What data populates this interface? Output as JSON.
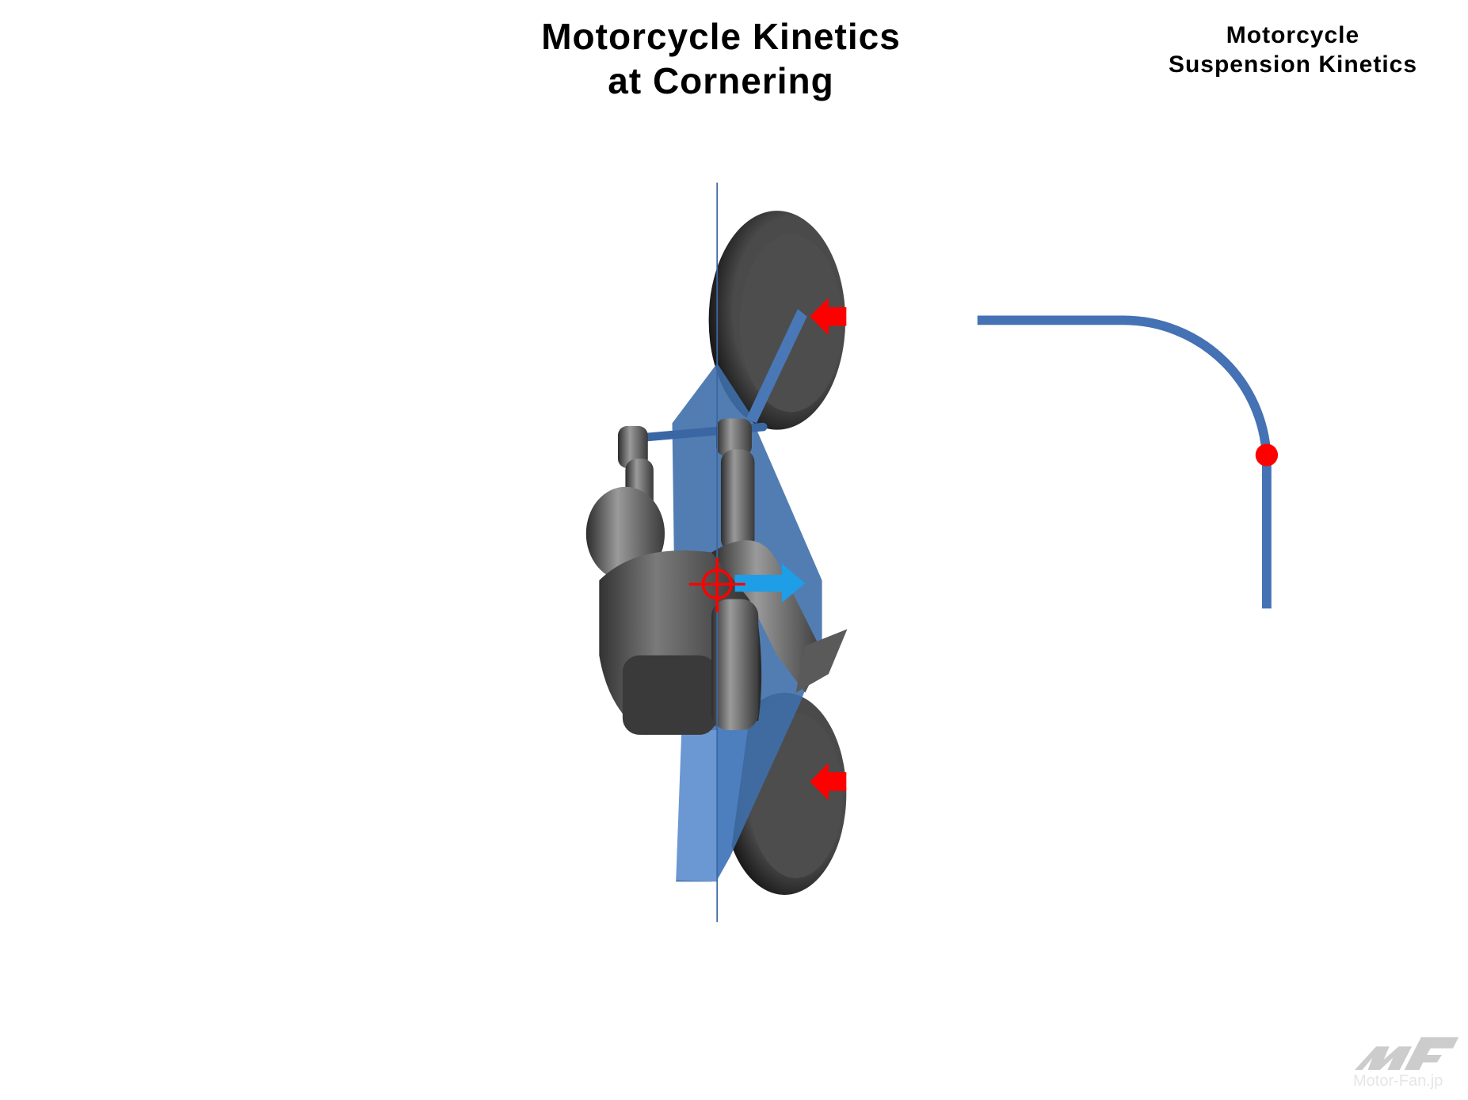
{
  "main_title": {
    "line1": "Motorcycle Kinetics",
    "line2": "at Cornering"
  },
  "side_title": {
    "line1": "Motorcycle",
    "line2": "Suspension Kinetics"
  },
  "watermark": {
    "text": "Motor-Fan.jp"
  },
  "colors": {
    "frame_blue": "#3f6faa",
    "path_blue": "#4472b4",
    "force_red": "#ff0000",
    "centrifugal_cyan": "#1e9ee6",
    "tire": "#4a4a4a",
    "rider": "#6a6a6a",
    "watermark": "#cccccc"
  }
}
